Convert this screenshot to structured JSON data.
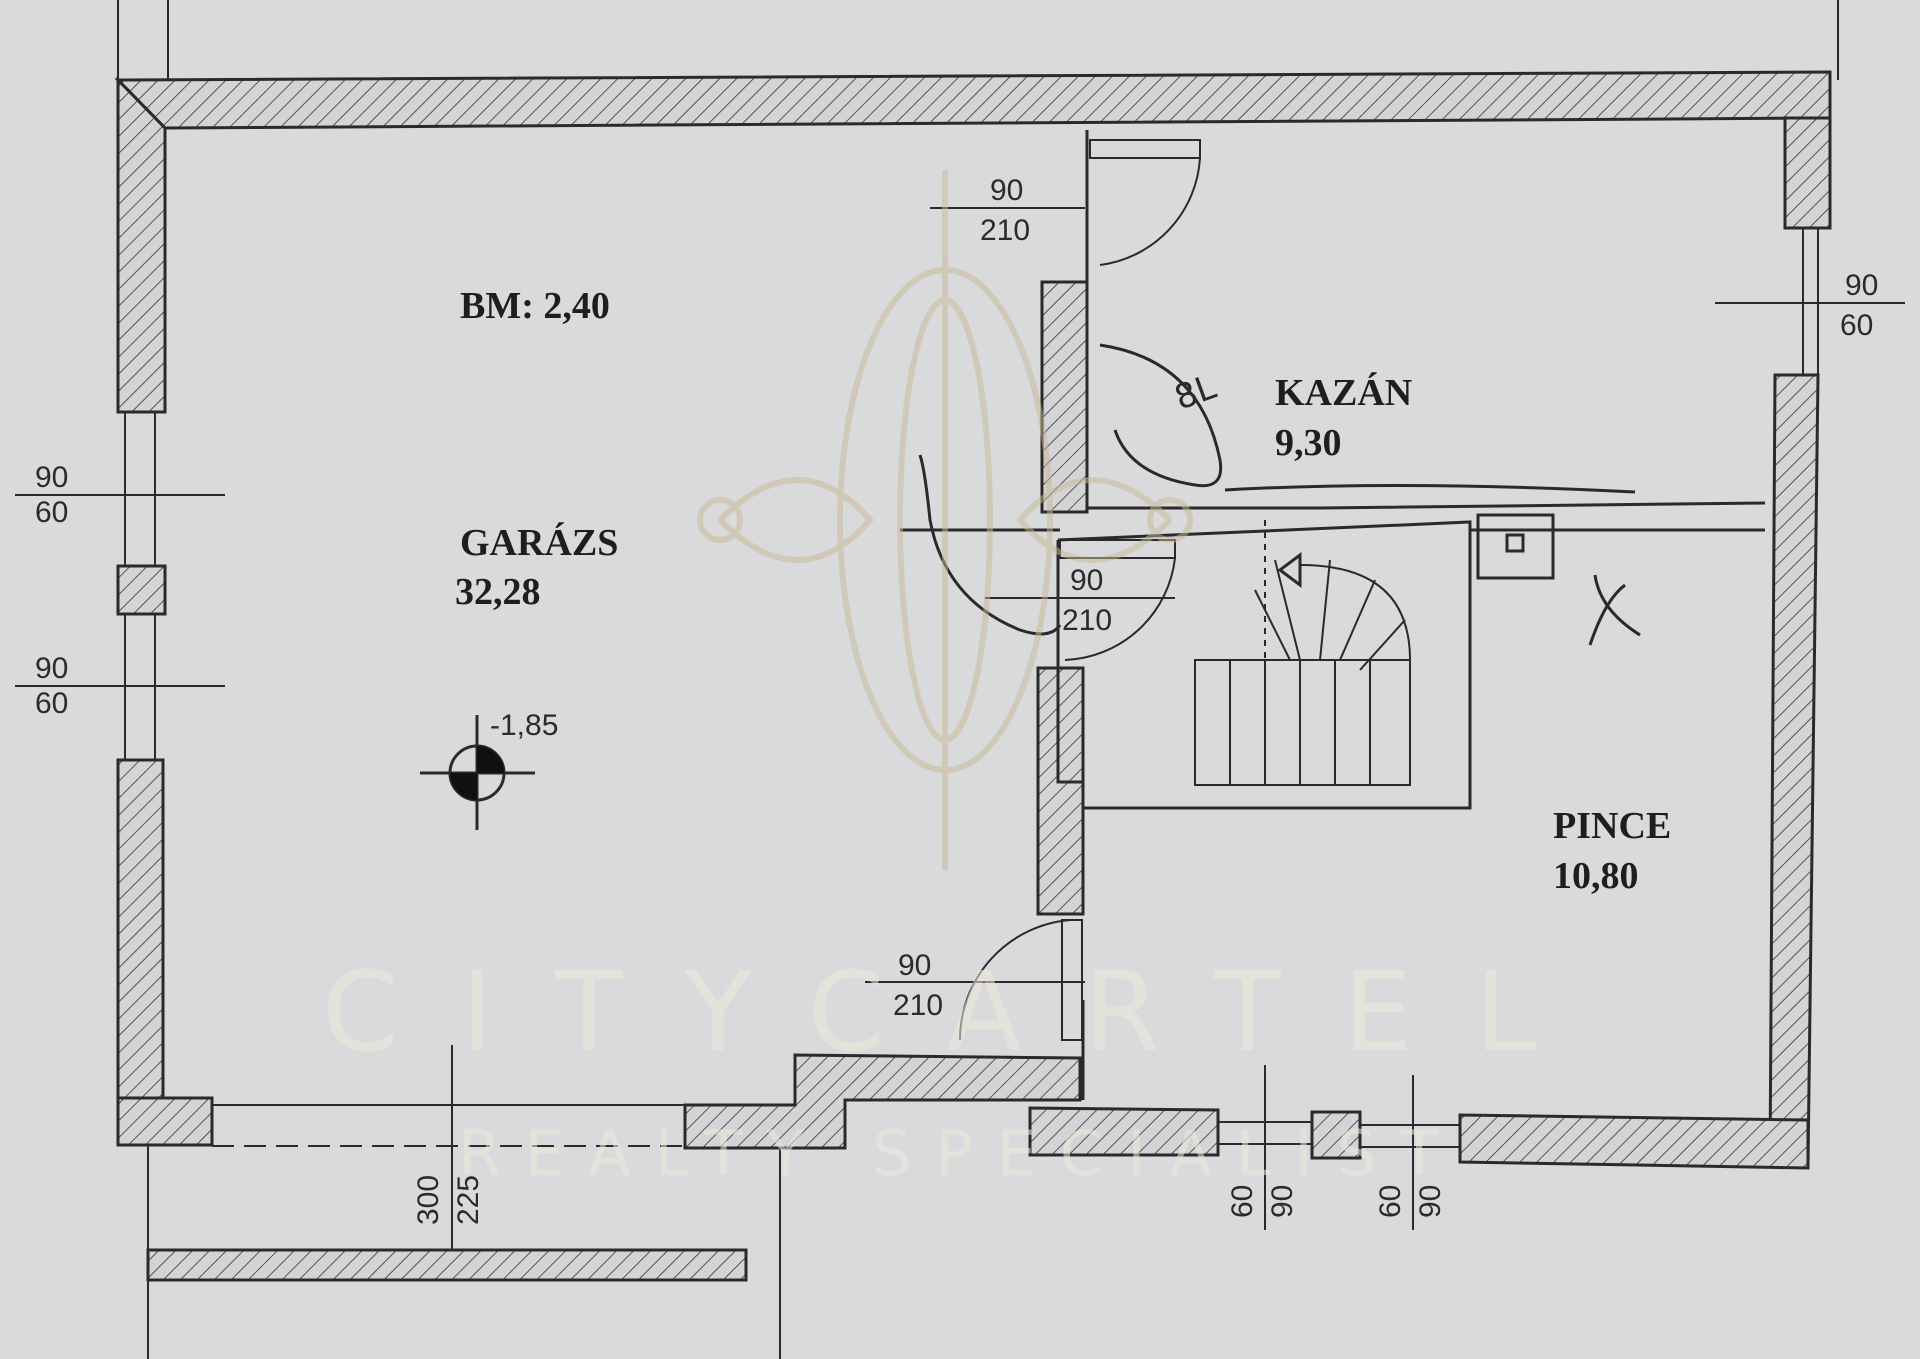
{
  "colors": {
    "paper": "#d9dadc",
    "ink": "#2a2a2a",
    "watermark": "#efe9dc",
    "logo": "#c8b994"
  },
  "rooms": {
    "garage_height": "BM: 2,40",
    "garage_name": "GARÁZS",
    "garage_area": "32,28",
    "boiler_name": "KAZÁN",
    "boiler_area": "9,30",
    "cellar_name": "PINCE",
    "cellar_area": "10,80"
  },
  "level_mark": "-1,85",
  "dimensions": {
    "door_top": {
      "w": "90",
      "h": "210"
    },
    "door_mid": {
      "w": "90",
      "h": "210"
    },
    "door_bottom": {
      "w": "90",
      "h": "210"
    },
    "window_right": {
      "w": "90",
      "h": "60"
    },
    "window_left_1": {
      "w": "90",
      "h": "60"
    },
    "window_left_2": {
      "w": "90",
      "h": "60"
    },
    "garage_opening": {
      "w": "300",
      "h": "225"
    },
    "window_bottom_1": {
      "w": "60",
      "h": "90"
    },
    "window_bottom_2": {
      "w": "60",
      "h": "90"
    }
  },
  "handwritten_note": "8L",
  "watermark": {
    "line1": "CITYCARTEL",
    "line2": "REALTY SPECIALIST"
  }
}
